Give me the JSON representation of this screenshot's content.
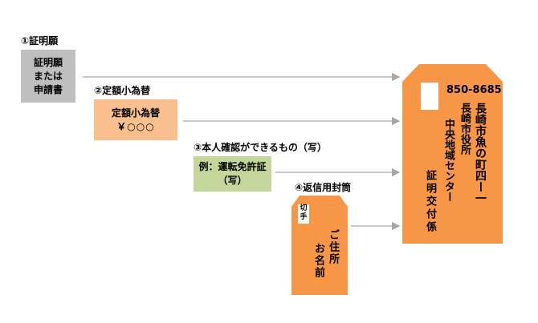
{
  "colors": {
    "gray_box": "#bfbfbf",
    "orange_box": "#f9bf8f",
    "green_box": "#c4d79b",
    "orange_envelope": "#f79646",
    "arrow": "#a6a6a6"
  },
  "items": [
    {
      "label": "①証明願",
      "box_lines": [
        "証明願",
        "または",
        "申請書"
      ]
    },
    {
      "label": "②定額小為替",
      "box_lines": [
        "定額小為替",
        "￥○○○"
      ]
    },
    {
      "label": "③本人確認ができるもの（写）",
      "box_lines": [
        "例：運転免許証",
        "（写）"
      ]
    },
    {
      "label": "④返信用封筒",
      "stamp_lines": [
        "切",
        "手"
      ],
      "name_lines": [
        "ご住所",
        "お名前"
      ]
    }
  ],
  "envelope": {
    "postal_code": "850-8685",
    "address_lines": [
      "長崎市魚の町四ー一",
      "長崎市役所",
      "中央地域センター",
      "証明交付係"
    ]
  }
}
